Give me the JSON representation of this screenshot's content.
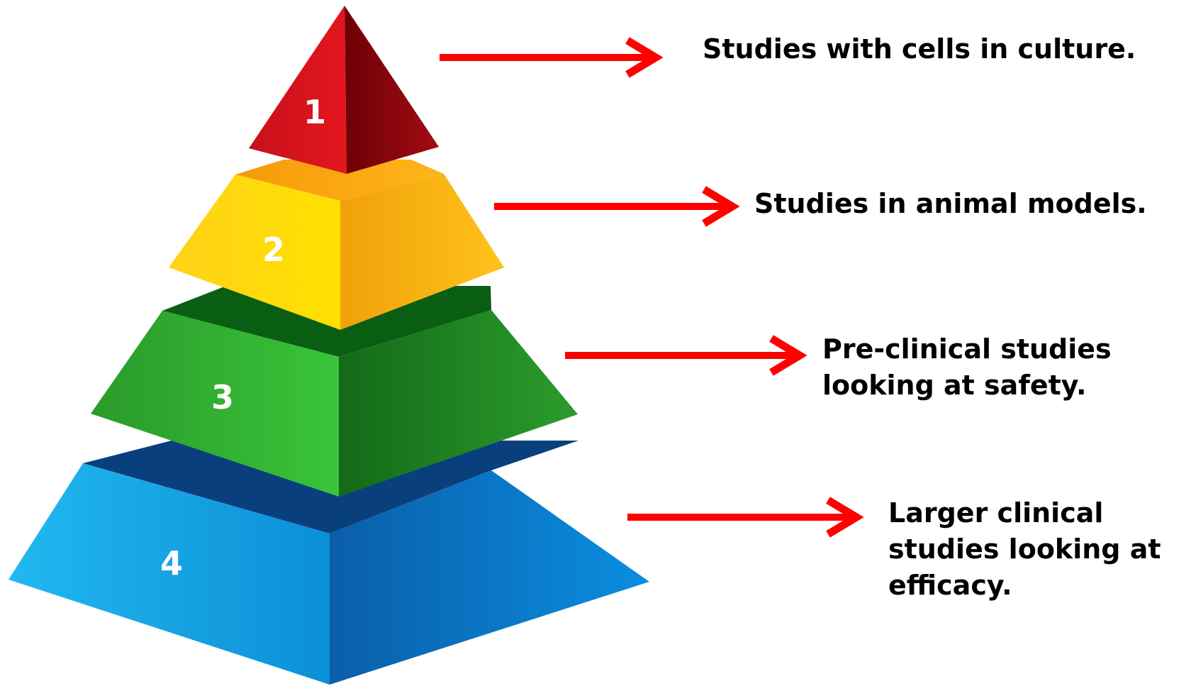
{
  "tiers": [
    {
      "number": "1",
      "description": "Studies with cells in culture.",
      "color": "#d8141b"
    },
    {
      "number": "2",
      "description": "Studies in animal models.",
      "color": "#ffcc00"
    },
    {
      "number": "3",
      "description": "Pre-clinical studies\nlooking at safety.",
      "color": "#2fb52c"
    },
    {
      "number": "4",
      "description": "Larger clinical\nstudies looking at\nefficacy.",
      "color": "#12a0e3"
    }
  ],
  "arrow_color": "#ff0000"
}
